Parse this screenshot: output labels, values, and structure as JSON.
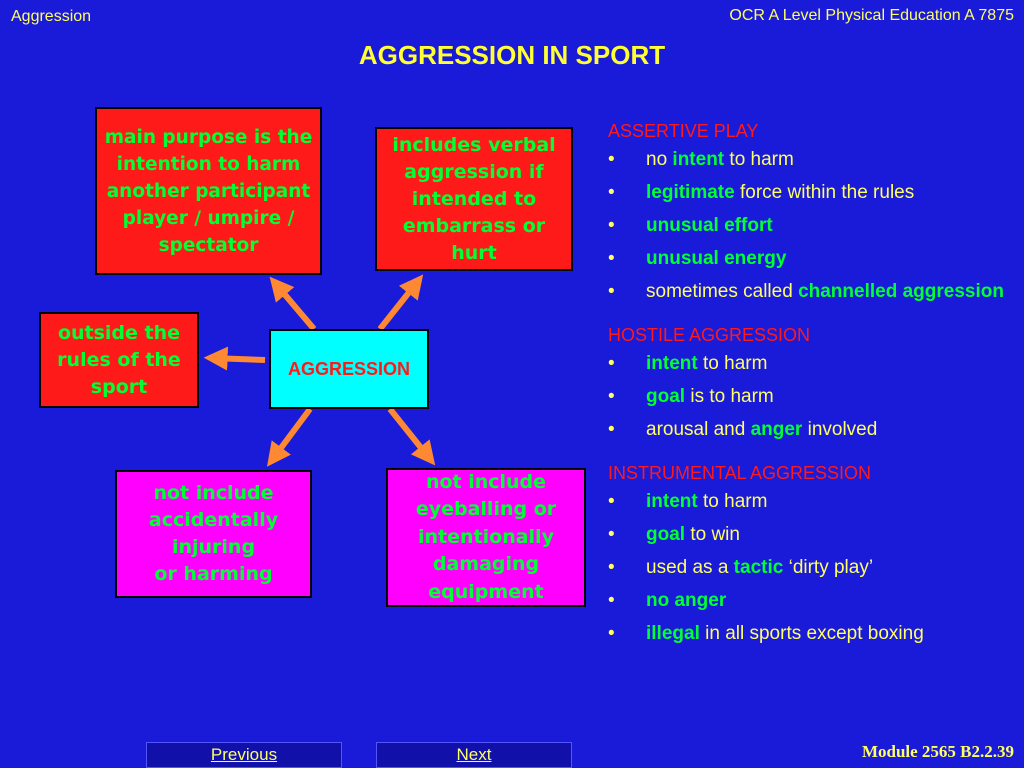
{
  "header": {
    "left": "Aggression",
    "right": "OCR A Level Physical Education A 7875"
  },
  "title": "AGGRESSION IN SPORT",
  "diagram": {
    "center": "AGGRESSION",
    "boxes": [
      "main purpose is the\nintention to harm\nanother participant\nplayer / umpire /\nspectator",
      "includes verbal\naggression if\nintended to\nembarrass or\nhurt",
      "outside the\nrules of the\nsport",
      "not include\naccidentally\ninjuring\nor harming",
      "not include\neyeballing or\nintentionally\ndamaging\nequipment"
    ],
    "arrow_color": "#ff8833"
  },
  "sections": [
    {
      "heading": "ASSERTIVE PLAY",
      "bullets": [
        [
          {
            "t": "no "
          },
          {
            "t": "intent",
            "b": true
          },
          {
            "t": " to harm"
          }
        ],
        [
          {
            "t": "legitimate",
            "b": true
          },
          {
            "t": " force within the rules"
          }
        ],
        [
          {
            "t": "unusual effort",
            "b": true
          }
        ],
        [
          {
            "t": "unusual energy",
            "b": true
          }
        ],
        [
          {
            "t": "sometimes called "
          },
          {
            "t": "channelled aggression",
            "b": true
          }
        ]
      ]
    },
    {
      "heading": "HOSTILE AGGRESSION",
      "bullets": [
        [
          {
            "t": "intent",
            "b": true
          },
          {
            "t": " to harm"
          }
        ],
        [
          {
            "t": "goal",
            "b": true
          },
          {
            "t": " is to harm"
          }
        ],
        [
          {
            "t": "arousal and "
          },
          {
            "t": "anger",
            "b": true
          },
          {
            "t": " involved"
          }
        ]
      ]
    },
    {
      "heading": "INSTRUMENTAL AGGRESSION",
      "bullets": [
        [
          {
            "t": "intent",
            "b": true
          },
          {
            "t": " to harm"
          }
        ],
        [
          {
            "t": "goal",
            "b": true
          },
          {
            "t": " to win"
          }
        ],
        [
          {
            "t": "used as a "
          },
          {
            "t": "tactic",
            "b": true
          },
          {
            "t": " ‘dirty play’"
          }
        ],
        [
          {
            "t": "no anger",
            "b": true
          }
        ],
        [
          {
            "t": "illegal",
            "b": true
          },
          {
            "t": " in all sports except boxing"
          }
        ]
      ]
    }
  ],
  "bullet_glyph": "•",
  "nav": {
    "previous": "Previous",
    "next": "Next"
  },
  "footer": "Module 2565 B2.2.39",
  "colors": {
    "background": "#1a1ad9",
    "header_text": "#ffff66",
    "title": "#ffff33",
    "heading_red": "#ff1a1a",
    "highlight_green": "#00ff33",
    "box_red": "#ff1a1a",
    "box_magenta": "#ff00ff",
    "box_cyan": "#00ffff"
  }
}
